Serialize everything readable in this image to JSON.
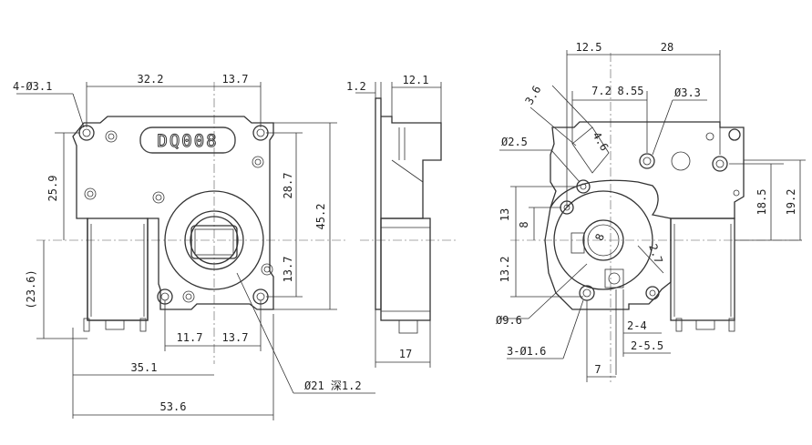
{
  "drawing": {
    "front_view": {
      "hole_callout": "4-Ø3.1",
      "dim_width_top_left": "32.2",
      "dim_width_top_right": "13.7",
      "dim_height_left": "25.9",
      "dim_height_right_upper": "28.7",
      "dim_height_total": "45.2",
      "dim_height_right_lower": "13.7",
      "dim_ref_height": "(23.6)",
      "dim_bottom_left": "11.7",
      "dim_bottom_right": "13.7",
      "dim_width_35": "35.1",
      "dim_width_total": "53.6",
      "bore_callout": "Ø21 深1.2",
      "nameplate": "DQ008"
    },
    "side_view": {
      "dim_flange": "1.2",
      "dim_body": "12.1",
      "dim_total": "17"
    },
    "rear_view": {
      "dim_top_left": "12.5",
      "dim_top_right": "28",
      "dim_angle": "3.6",
      "dim_slot": "4.6",
      "dim_7_2": "7.2",
      "dim_8_55": "8.55",
      "hole_3_3": "Ø3.3",
      "hole_2_5": "Ø2.5",
      "dim_13": "13",
      "dim_8": "8",
      "dim_13_2": "13.2",
      "dim_18_5": "18.5",
      "dim_19_2": "19.2",
      "shaft_flat": "8",
      "dim_2_7": "2.7",
      "hole_9_6": "Ø9.6",
      "dim_2_4": "2-4",
      "dim_2_5_5": "2-5.5",
      "holes_1_6": "3-Ø1.6",
      "dim_7": "7"
    }
  }
}
